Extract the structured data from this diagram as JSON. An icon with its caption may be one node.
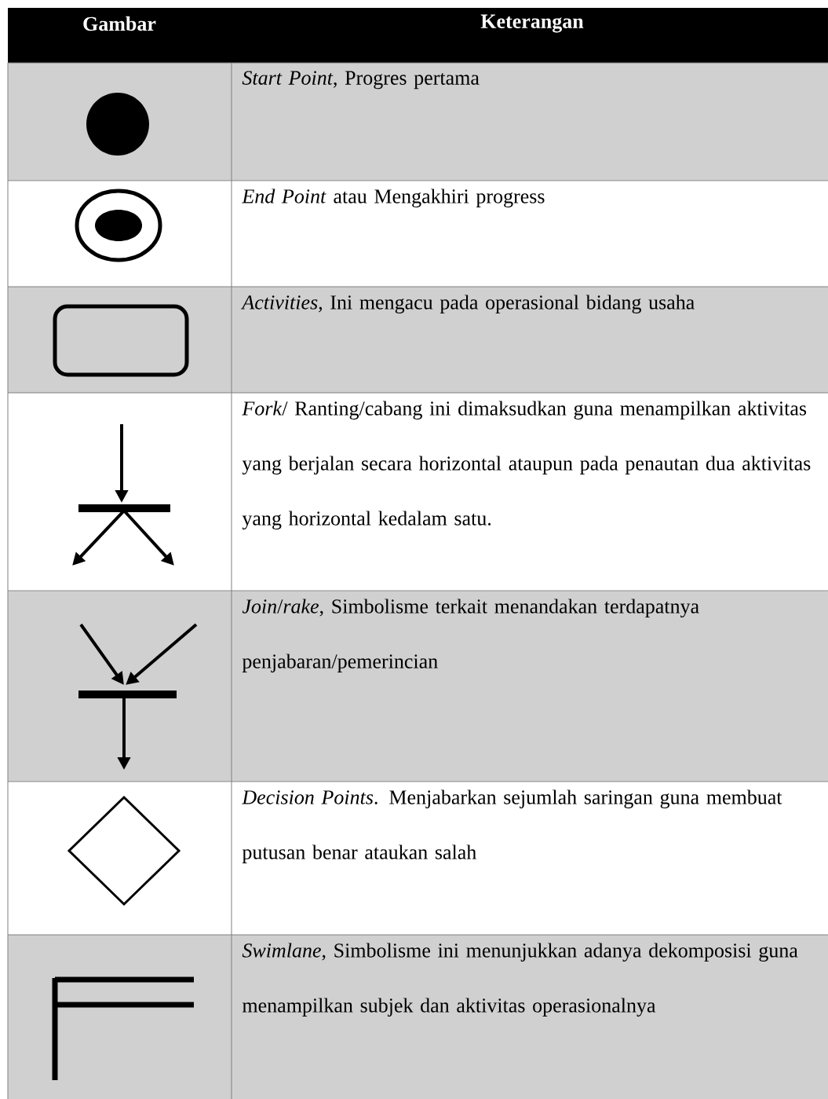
{
  "diagram": {
    "labels": [
      "Gambar",
      "Keterangan",
      "*Start Point*, Progres pertama",
      "*End Point* atau Mengakhiri progress",
      "*Activities,* Ini mengacu pada operasional bidang usaha",
      "*Fork*/ Ranting/cabang ini dimaksudkan guna menampilkan aktivitas yang berjalan secara horizontal ataupun pada penautan dua aktivitas yang horizontal kedalam satu.",
      "*Join*/*rake*, Simbolisme terkait menandakan terdapatnya penjabaran/pemerincian",
      "*Decision Points*. Menjabarkan sejumlah saringan guna membuat putusan benar ataukan salah",
      "*Swimlane*, Simbolisme ini menunjukkan adanya dekomposisi guna menampilkan subjek dan aktivitas operasionalnya"
    ]
  }
}
